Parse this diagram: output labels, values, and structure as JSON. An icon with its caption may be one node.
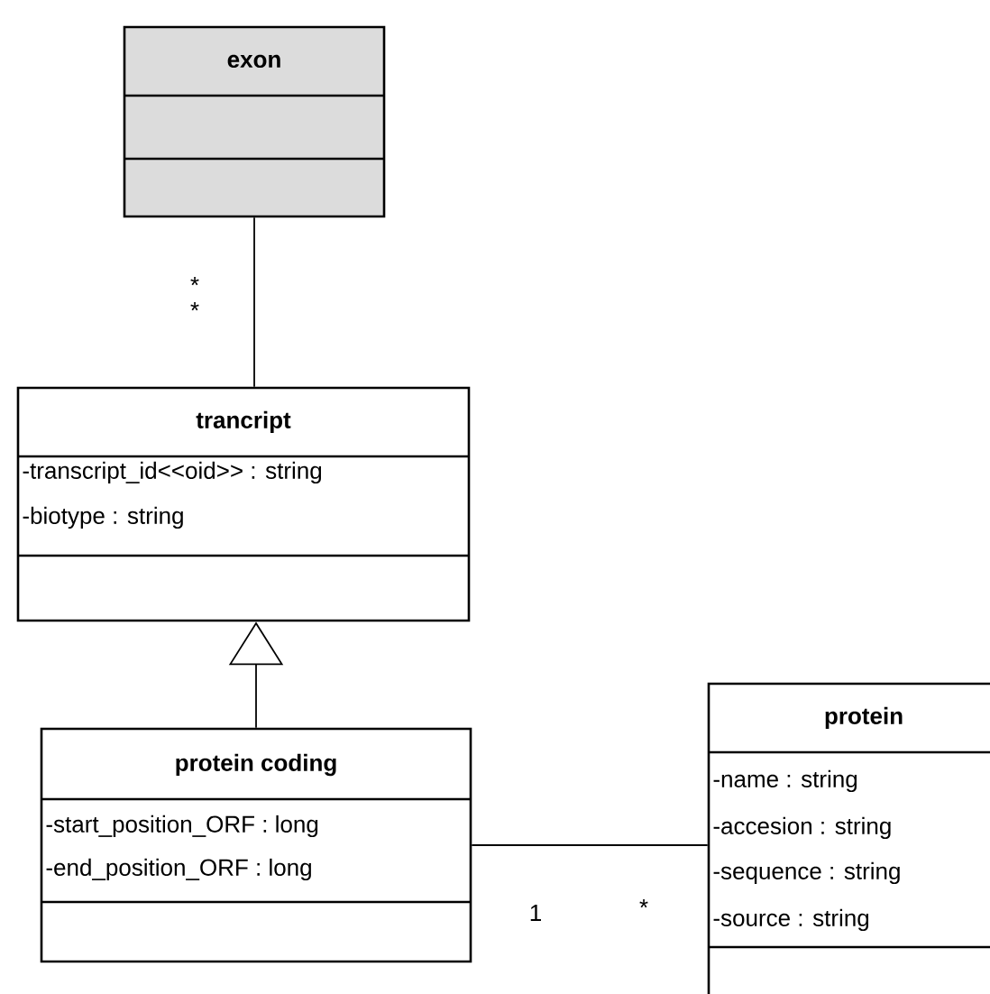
{
  "diagram": {
    "nodes": [
      {
        "text": [
          "exon"
        ]
      },
      {
        "text": [
          "trancript",
          "-transcript_id<<oid>> : string",
          "-biotype : string"
        ]
      },
      {
        "text": [
          "protein coding",
          "-start_position_ORF : long",
          "-end_position_ORF : long"
        ]
      },
      {
        "text": [
          "protein",
          "-name : string",
          "-accesion : string",
          "-sequence : string",
          "-source : string"
        ]
      }
    ],
    "edges": [
      {
        "from": 0,
        "to": 1,
        "arrow": "none"
      },
      {
        "from": 2,
        "to": 1,
        "arrow": "to"
      },
      {
        "from": 2,
        "to": 3,
        "arrow": "none"
      }
    ],
    "labels": [
      "*",
      "*",
      "1",
      "*"
    ]
  }
}
